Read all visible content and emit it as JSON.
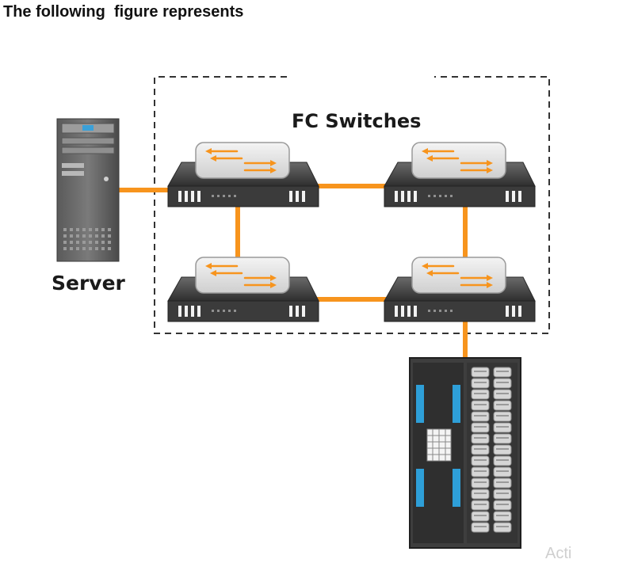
{
  "question": {
    "text": "The following  figure represents"
  },
  "diagram": {
    "group_label": "FC Switches",
    "server_label": "Server",
    "colors": {
      "link": "#f7941d",
      "boundary": "#333333",
      "device_dark": "#3e3e3e",
      "switch_top": "#e2e2e2",
      "storage_accent": "#2e9fd8"
    },
    "icons": {
      "server": "rack-server-icon",
      "switch": "fc-switch-icon",
      "storage": "storage-array-icon"
    }
  },
  "watermark": {
    "text": "Acti"
  }
}
